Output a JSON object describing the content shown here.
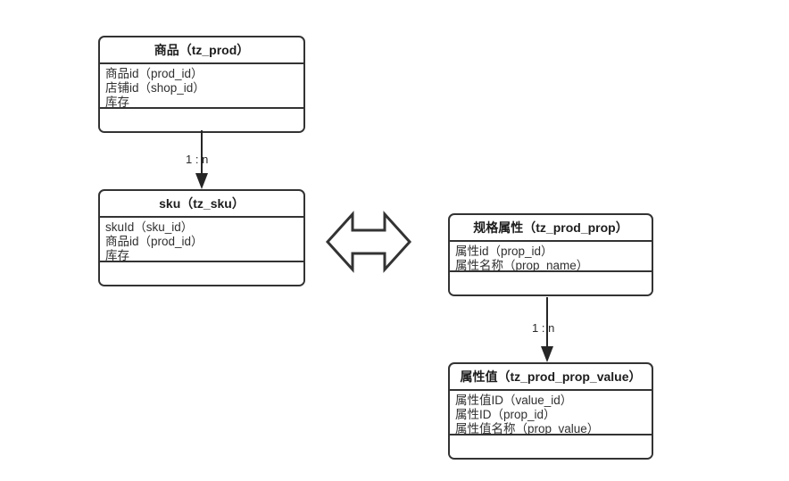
{
  "diagram": {
    "title": "",
    "background_color": "#ffffff",
    "line_color": "#333333",
    "text_color": "#2b2b2b"
  },
  "entities": [
    {
      "id": "tz_prod",
      "header": "商品（tz_prod）",
      "attributes": [
        "商品id（prod_id）",
        "店铺id（shop_id）",
        "库存"
      ],
      "footer": ""
    },
    {
      "id": "tz_sku",
      "header": "sku（tz_sku）",
      "attributes": [
        "skuId（sku_id）",
        "商品id（prod_id）",
        "库存"
      ],
      "footer": ""
    },
    {
      "id": "tz_prod_prop",
      "header": "规格属性（tz_prod_prop）",
      "attributes": [
        "属性id（prop_id）",
        "属性名称（prop_name）"
      ],
      "footer": ""
    },
    {
      "id": "tz_prod_prop_value",
      "header": "属性值（tz_prod_prop_value）",
      "attributes": [
        "属性值ID（value_id）",
        "属性ID（prop_id）",
        "属性值名称（prop_value）"
      ],
      "footer": ""
    }
  ],
  "relations": [
    {
      "id": "prod-to-sku",
      "from": "tz_prod",
      "to": "tz_sku",
      "label": "1 : n",
      "style": "solid-arrow-down"
    },
    {
      "id": "prop-to-prop-value",
      "from": "tz_prod_prop",
      "to": "tz_prod_prop_value",
      "label": "1 : n",
      "style": "solid-arrow-down"
    },
    {
      "id": "sku-to-prop",
      "from": "tz_sku",
      "to": "tz_prod_prop",
      "label": "",
      "style": "double-headed-arrow"
    }
  ]
}
